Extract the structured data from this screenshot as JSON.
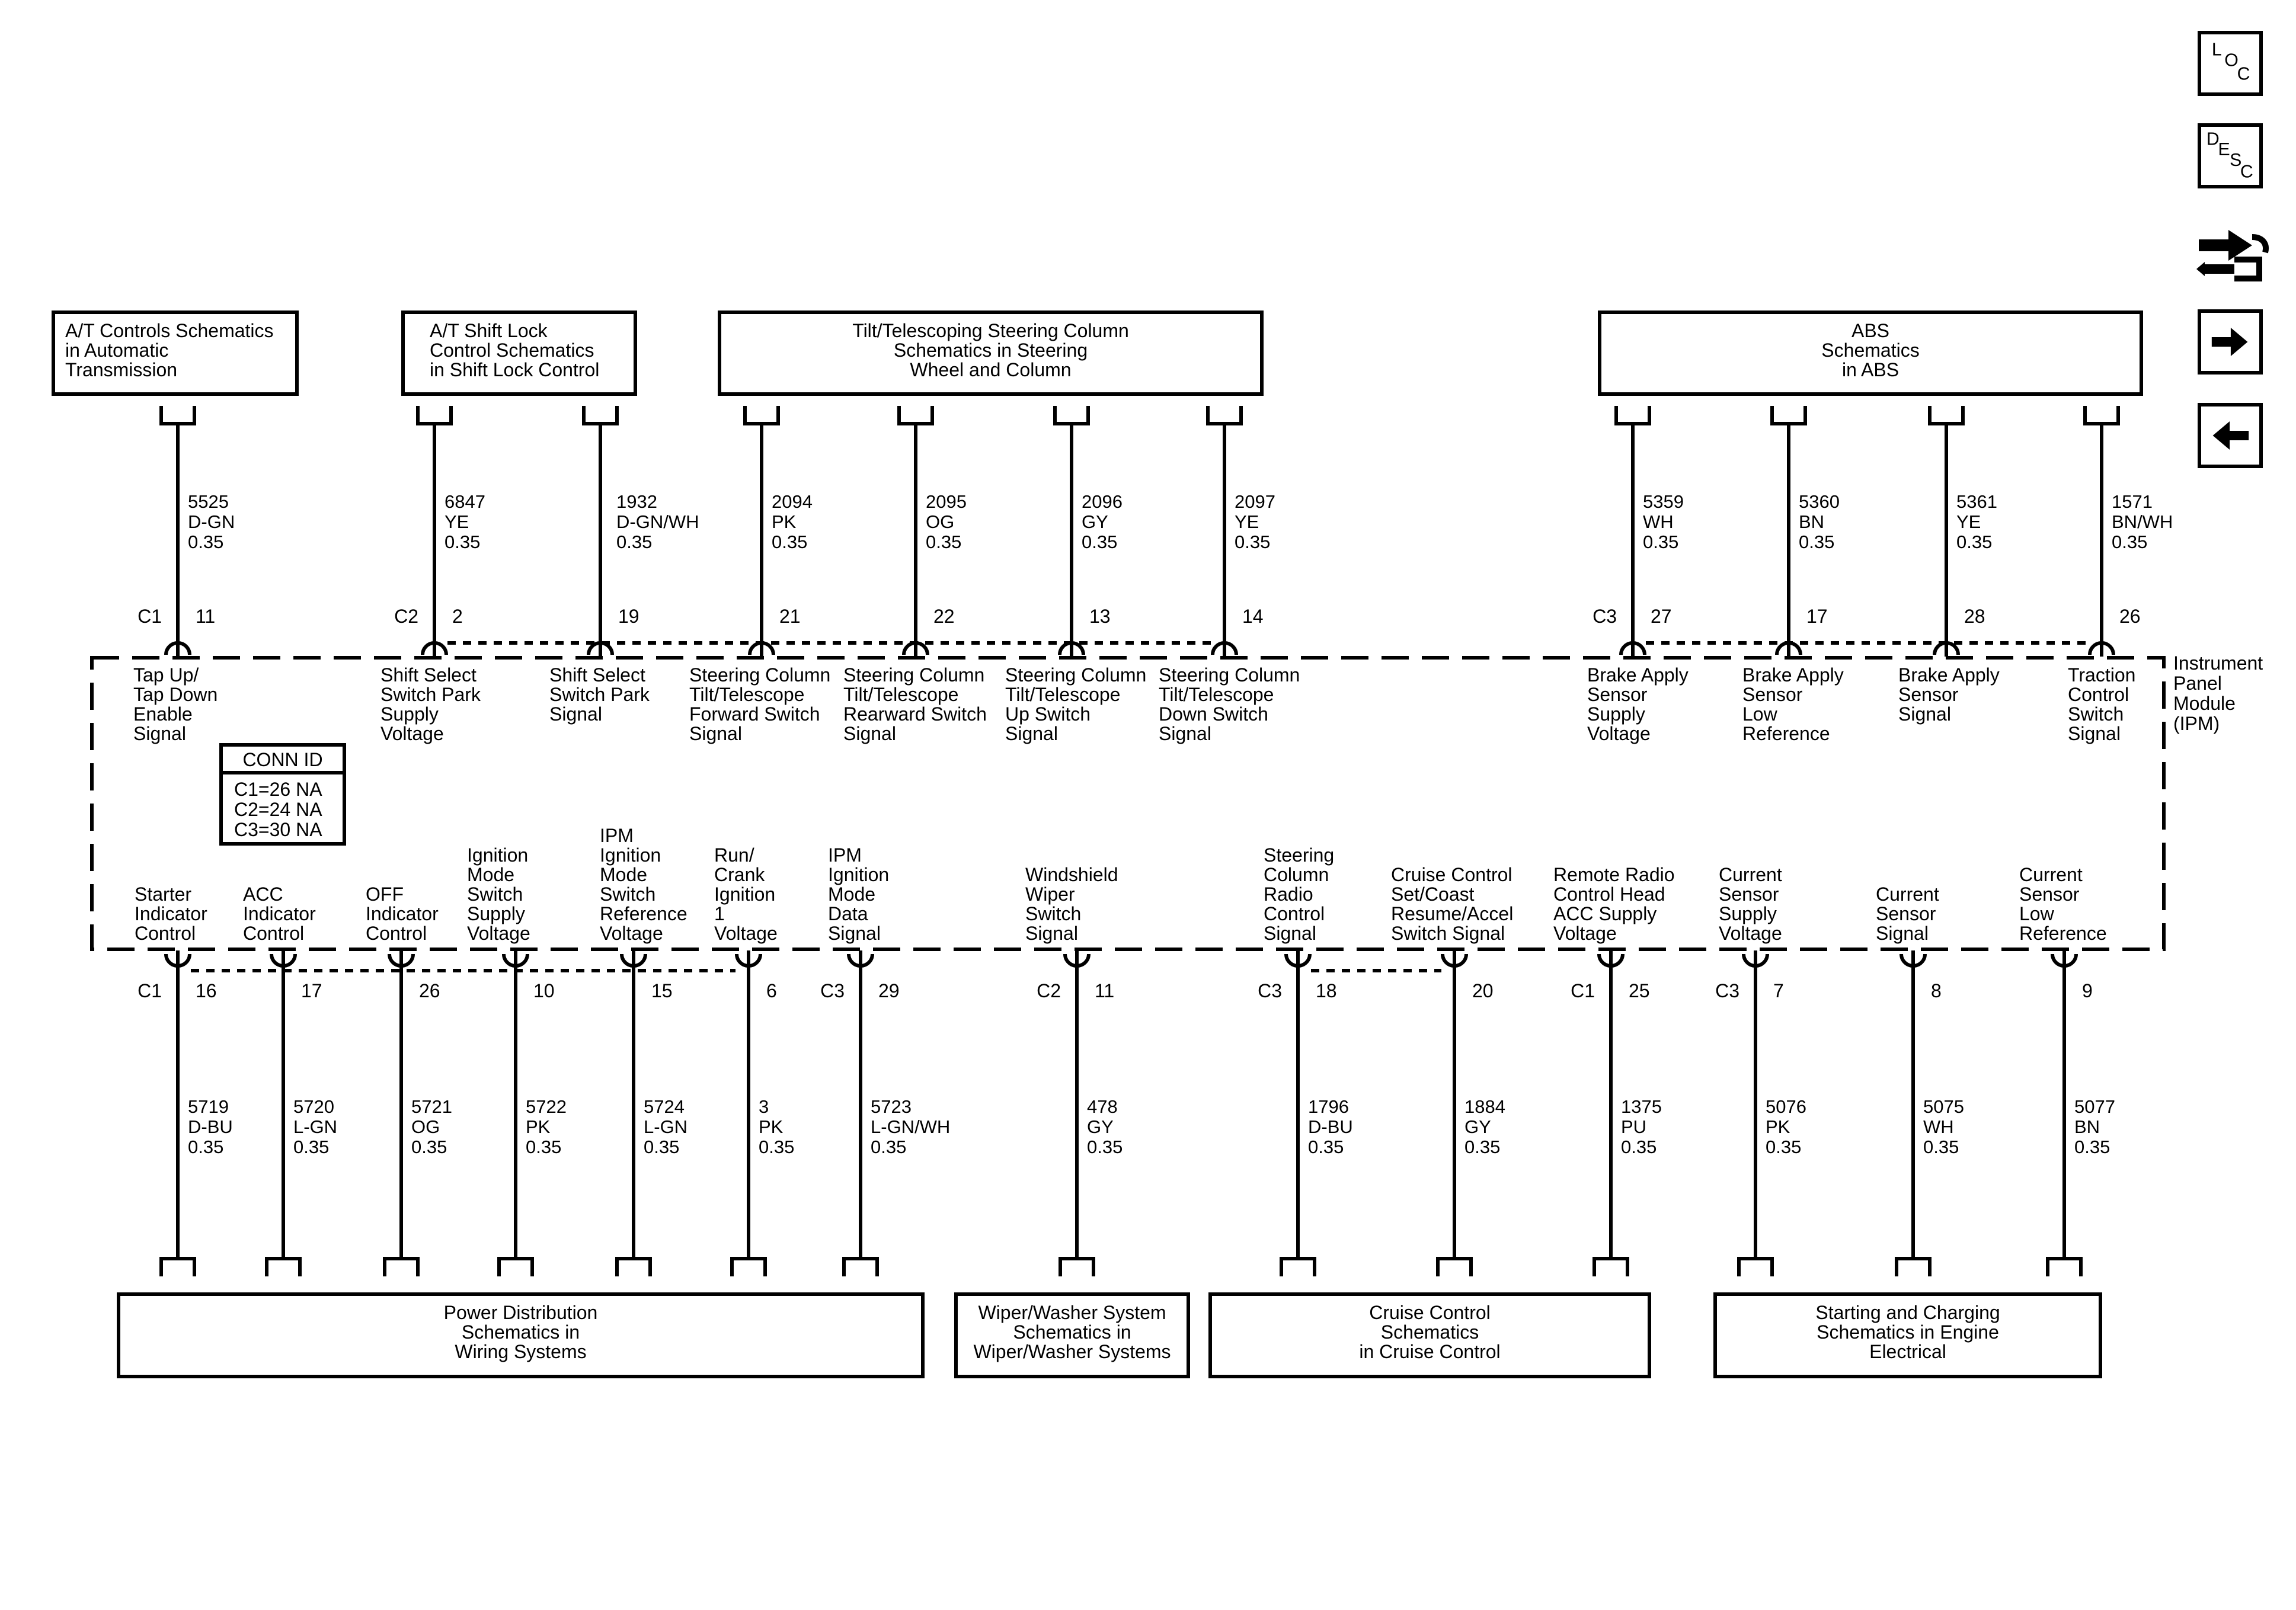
{
  "nav": {
    "loc": {
      "l1": "L",
      "l2": "O",
      "l3": "C"
    },
    "desc": {
      "l1": "D",
      "l2": "E",
      "l3": "S",
      "l4": "C"
    },
    "swap_icon": "connector-swap-icon",
    "next_icon": "arrow-right-icon",
    "prev_icon": "arrow-left-icon"
  },
  "boxes": [
    {
      "id": "at-controls",
      "lines": [
        "A/T Controls Schematics",
        "in Automatic",
        "Transmission"
      ]
    },
    {
      "id": "at-shift-lock",
      "lines": [
        "A/T Shift Lock",
        "Control Schematics",
        "in Shift Lock Control"
      ]
    },
    {
      "id": "tilt-telescope",
      "lines": [
        "Tilt/Telescoping Steering Column",
        "Schematics in Steering",
        "Wheel and Column"
      ]
    },
    {
      "id": "abs",
      "lines": [
        "ABS",
        "Schematics",
        "in ABS"
      ]
    },
    {
      "id": "power-distribution",
      "lines": [
        "Power Distribution",
        "Schematics in",
        "Wiring Systems"
      ]
    },
    {
      "id": "wiper-washer",
      "lines": [
        "Wiper/Washer System",
        "Schematics in",
        "Wiper/Washer Systems"
      ]
    },
    {
      "id": "cruise-control",
      "lines": [
        "Cruise Control",
        "Schematics",
        "in Cruise Control"
      ]
    },
    {
      "id": "starting-charging",
      "lines": [
        "Starting and Charging",
        "Schematics in Engine",
        "Electrical"
      ]
    }
  ],
  "module": {
    "name_lines": [
      "Instrument",
      "Panel",
      "Module",
      "(IPM)"
    ],
    "conn_id": {
      "title": "CONN ID",
      "lines": [
        "C1=26 NA",
        "C2=24 NA",
        "C3=30 NA"
      ]
    }
  },
  "top_wires": [
    {
      "conn": "C1",
      "pin": "11",
      "circuit": "5525",
      "color": "D-GN",
      "gauge": "0.35",
      "signal": [
        "Tap Up/",
        "Tap Down",
        "Enable",
        "Signal"
      ]
    },
    {
      "conn": "C2",
      "pin": "2",
      "circuit": "6847",
      "color": "YE",
      "gauge": "0.35",
      "signal": [
        "Shift Select",
        "Switch Park",
        "Supply",
        "Voltage"
      ]
    },
    {
      "conn": "",
      "pin": "19",
      "circuit": "1932",
      "color": "D-GN/WH",
      "gauge": "0.35",
      "signal": [
        "Shift Select",
        "Switch Park",
        "Signal"
      ]
    },
    {
      "conn": "",
      "pin": "21",
      "circuit": "2094",
      "color": "PK",
      "gauge": "0.35",
      "signal": [
        "Steering Column",
        "Tilt/Telescope",
        "Forward Switch",
        "Signal"
      ]
    },
    {
      "conn": "",
      "pin": "22",
      "circuit": "2095",
      "color": "OG",
      "gauge": "0.35",
      "signal": [
        "Steering Column",
        "Tilt/Telescope",
        "Rearward Switch",
        "Signal"
      ]
    },
    {
      "conn": "",
      "pin": "13",
      "circuit": "2096",
      "color": "GY",
      "gauge": "0.35",
      "signal": [
        "Steering Column",
        "Tilt/Telescope",
        "Up Switch",
        "Signal"
      ]
    },
    {
      "conn": "",
      "pin": "14",
      "circuit": "2097",
      "color": "YE",
      "gauge": "0.35",
      "signal": [
        "Steering Column",
        "Tilt/Telescope",
        "Down Switch",
        "Signal"
      ]
    },
    {
      "conn": "C3",
      "pin": "27",
      "circuit": "5359",
      "color": "WH",
      "gauge": "0.35",
      "signal": [
        "Brake Apply",
        "Sensor",
        "Supply",
        "Voltage"
      ]
    },
    {
      "conn": "",
      "pin": "17",
      "circuit": "5360",
      "color": "BN",
      "gauge": "0.35",
      "signal": [
        "Brake Apply",
        "Sensor",
        "Low",
        "Reference"
      ]
    },
    {
      "conn": "",
      "pin": "28",
      "circuit": "5361",
      "color": "YE",
      "gauge": "0.35",
      "signal": [
        "Brake Apply",
        "Sensor",
        "Signal"
      ]
    },
    {
      "conn": "",
      "pin": "26",
      "circuit": "1571",
      "color": "BN/WH",
      "gauge": "0.35",
      "signal": [
        "Traction",
        "Control",
        "Switch",
        "Signal"
      ]
    }
  ],
  "bottom_wires": [
    {
      "conn": "C1",
      "pin": "16",
      "circuit": "5719",
      "color": "D-BU",
      "gauge": "0.35",
      "signal": [
        "Starter",
        "Indicator",
        "Control"
      ]
    },
    {
      "conn": "",
      "pin": "17",
      "circuit": "5720",
      "color": "L-GN",
      "gauge": "0.35",
      "signal": [
        "ACC",
        "Indicator",
        "Control"
      ]
    },
    {
      "conn": "",
      "pin": "26",
      "circuit": "5721",
      "color": "OG",
      "gauge": "0.35",
      "signal": [
        "OFF",
        "Indicator",
        "Control"
      ]
    },
    {
      "conn": "",
      "pin": "10",
      "circuit": "5722",
      "color": "PK",
      "gauge": "0.35",
      "signal": [
        "Ignition",
        "Mode",
        "Switch",
        "Supply",
        "Voltage"
      ]
    },
    {
      "conn": "",
      "pin": "15",
      "circuit": "5724",
      "color": "L-GN",
      "gauge": "0.35",
      "signal": [
        "IPM",
        "Ignition",
        "Mode",
        "Switch",
        "Reference",
        "Voltage"
      ]
    },
    {
      "conn": "",
      "pin": "6",
      "circuit": "3",
      "color": "PK",
      "gauge": "0.35",
      "signal": [
        "Run/",
        "Crank",
        "Ignition",
        "1",
        "Voltage"
      ]
    },
    {
      "conn": "C3",
      "pin": "29",
      "circuit": "5723",
      "color": "L-GN/WH",
      "gauge": "0.35",
      "signal": [
        "IPM",
        "Ignition",
        "Mode",
        "Data",
        "Signal"
      ]
    },
    {
      "conn": "C2",
      "pin": "11",
      "circuit": "478",
      "color": "GY",
      "gauge": "0.35",
      "signal": [
        "Windshield",
        "Wiper",
        "Switch",
        "Signal"
      ]
    },
    {
      "conn": "C3",
      "pin": "18",
      "circuit": "1796",
      "color": "D-BU",
      "gauge": "0.35",
      "signal": [
        "Steering",
        "Column",
        "Radio",
        "Control",
        "Signal"
      ]
    },
    {
      "conn": "",
      "pin": "20",
      "circuit": "1884",
      "color": "GY",
      "gauge": "0.35",
      "signal": [
        "Cruise Control",
        "Set/Coast",
        "Resume/Accel",
        "Switch Signal"
      ]
    },
    {
      "conn": "C1",
      "pin": "25",
      "circuit": "1375",
      "color": "PU",
      "gauge": "0.35",
      "signal": [
        "Remote Radio",
        "Control Head",
        "ACC Supply",
        "Voltage"
      ]
    },
    {
      "conn": "C3",
      "pin": "7",
      "circuit": "5076",
      "color": "PK",
      "gauge": "0.35",
      "signal": [
        "Current",
        "Sensor",
        "Supply",
        "Voltage"
      ]
    },
    {
      "conn": "",
      "pin": "8",
      "circuit": "5075",
      "color": "WH",
      "gauge": "0.35",
      "signal": [
        "Current",
        "Sensor",
        "Signal"
      ]
    },
    {
      "conn": "",
      "pin": "9",
      "circuit": "5077",
      "color": "BN",
      "gauge": "0.35",
      "signal": [
        "Current",
        "Sensor",
        "Low",
        "Reference"
      ]
    }
  ]
}
